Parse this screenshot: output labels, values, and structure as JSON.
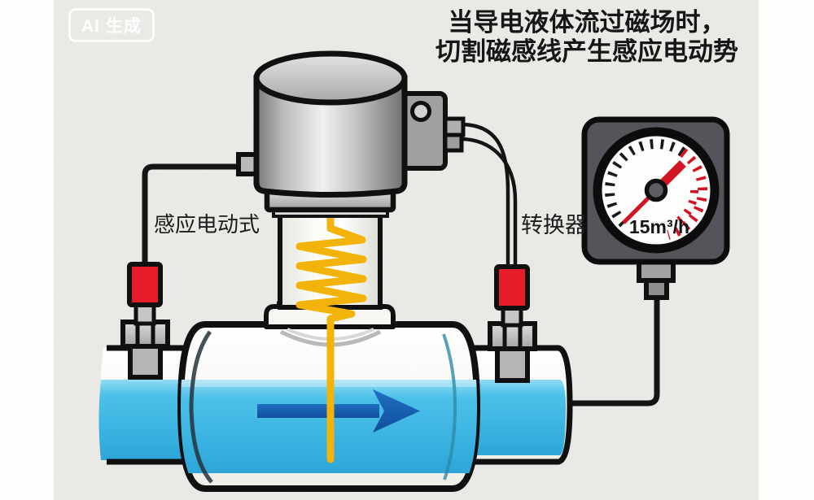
{
  "badge": {
    "label": "AI 生成"
  },
  "title": {
    "line1": "当导电液体流过磁场时，",
    "line2": "切割磁感线产生感应电动势"
  },
  "labels": {
    "electrode": "感应电动式",
    "converter": "转换器"
  },
  "gauge": {
    "reading": "15m³/h"
  },
  "icons": {
    "flow_arrow": "right-arrow",
    "gauge_needle": "needle-pointer"
  },
  "colors": {
    "background": "#ebe9e5",
    "liquid_blue": "#3db4e2",
    "arrow_blue": "#1a5fb0",
    "coil_yellow": "#f2b30a",
    "electrode_red": "#e61d28",
    "gauge_red": "#d41424",
    "outline_black": "#101010",
    "gauge_housing_gray": "#54555a"
  }
}
